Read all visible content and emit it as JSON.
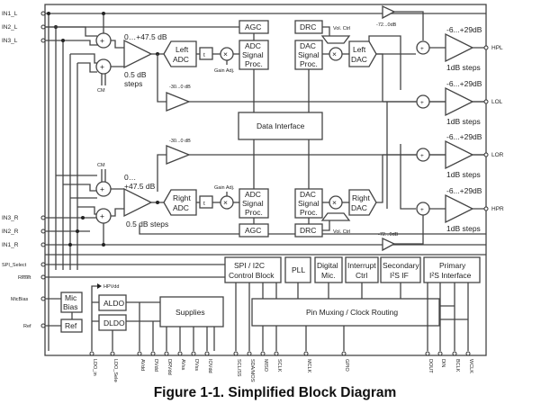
{
  "caption": "Figure 1-1. Simplified Block Diagram",
  "pins": {
    "left_top": [
      "IN1_L",
      "IN2_L",
      "IN3_L"
    ],
    "left_bottom": [
      "IN3_R",
      "IN2_R",
      "IN1_R"
    ],
    "left_control": [
      "SPI_Select",
      "Reset",
      "MicBias",
      "Ref"
    ],
    "right": [
      "HPL",
      "LOL",
      "LOR",
      "HPR"
    ],
    "bottom": [
      "LDO_in",
      "LDO_Select",
      "AVdd",
      "DVdd",
      "DRVdd",
      "AVss",
      "DVss",
      "IOVdd",
      "SCL/SS",
      "SDA/MOSI",
      "MISO",
      "SCLK",
      "MCLK",
      "GPIO",
      "DOUT",
      "DIN",
      "BCLK",
      "WCLK"
    ]
  },
  "blocks": {
    "left_adc": [
      "Left",
      "ADC"
    ],
    "right_adc": [
      "Right",
      "ADC"
    ],
    "left_dac": [
      "Left",
      "DAC"
    ],
    "right_dac": [
      "Right",
      "DAC"
    ],
    "agc_top": "AGC",
    "agc_bottom": "AGC",
    "drc_top": "DRC",
    "drc_bottom": "DRC",
    "adc_proc_top": [
      "ADC",
      "Signal",
      "Proc."
    ],
    "adc_proc_bottom": [
      "ADC",
      "Signal",
      "Proc."
    ],
    "dac_proc_top": [
      "DAC",
      "Signal",
      "Proc."
    ],
    "dac_proc_bottom": [
      "DAC",
      "Signal",
      "Proc."
    ],
    "tpi": "t",
    "tpi_sub": "pi",
    "data_interface": "Data Interface",
    "spi_i2c": [
      "SPI / I2C",
      "Control Block"
    ],
    "pll": "PLL",
    "digital_mic": [
      "Digital",
      "Mic."
    ],
    "interrupt": [
      "Interrupt",
      "Ctrl"
    ],
    "secondary_i2s": [
      "Secondary",
      "I²S IF"
    ],
    "primary_i2s": [
      "Primary",
      "I²S Interface"
    ],
    "pin_muxing": "Pin Muxing / Clock Routing",
    "supplies": "Supplies",
    "mic_bias": [
      "Mic",
      "Bias"
    ],
    "ref": "Ref",
    "aldo": "ALDO",
    "dldo": "DLDO",
    "hpvdd": "HPVdd"
  },
  "labels": {
    "pga_gain_top": "0…+47.5 dB",
    "pga_gain_bottom_1": "0…",
    "pga_gain_bottom_2": "+47.5 dB",
    "pga_steps_top_1": "0.5 dB",
    "pga_steps_top_2": "steps",
    "pga_steps_bottom": "0.5 dB steps",
    "cm": "CM",
    "mixamp_gain": "-30...0 dB",
    "bypass_gain": "-72...0dB",
    "gain_adj": "Gain Adj.",
    "vol_ctrl": "Vol. Ctrl",
    "out_gain": "-6...+29dB",
    "out_steps": "1dB steps",
    "sum": "+",
    "mult": "×"
  }
}
